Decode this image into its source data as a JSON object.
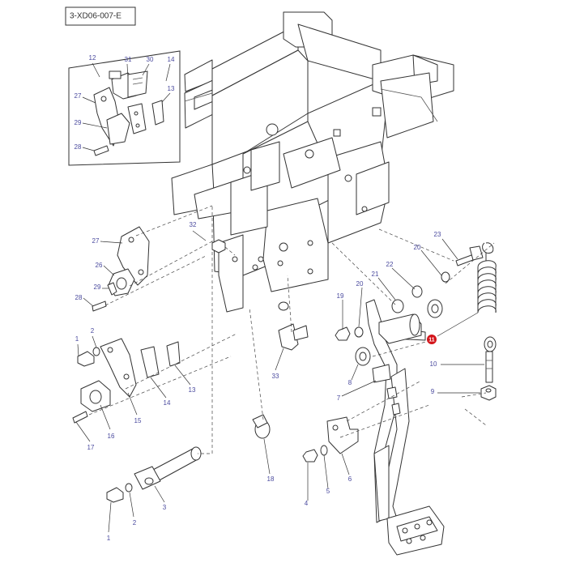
{
  "diagram_code": "3-XD06-007-E",
  "callouts": [
    {
      "id": "c12",
      "label": "12"
    },
    {
      "id": "c31",
      "label": "31"
    },
    {
      "id": "c30",
      "label": "30"
    },
    {
      "id": "c14a",
      "label": "14"
    },
    {
      "id": "c13a",
      "label": "13"
    },
    {
      "id": "c27a",
      "label": "27"
    },
    {
      "id": "c29a",
      "label": "29"
    },
    {
      "id": "c28a",
      "label": "28"
    },
    {
      "id": "c32",
      "label": "32"
    },
    {
      "id": "c27b",
      "label": "27"
    },
    {
      "id": "c26",
      "label": "26"
    },
    {
      "id": "c29b",
      "label": "29"
    },
    {
      "id": "c28b",
      "label": "28"
    },
    {
      "id": "c1a",
      "label": "1"
    },
    {
      "id": "c2a",
      "label": "2"
    },
    {
      "id": "c13b",
      "label": "13"
    },
    {
      "id": "c14b",
      "label": "14"
    },
    {
      "id": "c15",
      "label": "15"
    },
    {
      "id": "c16",
      "label": "16"
    },
    {
      "id": "c17",
      "label": "17"
    },
    {
      "id": "c33",
      "label": "33"
    },
    {
      "id": "c18",
      "label": "18"
    },
    {
      "id": "c3",
      "label": "3"
    },
    {
      "id": "c2b",
      "label": "2"
    },
    {
      "id": "c1b",
      "label": "1"
    },
    {
      "id": "c23",
      "label": "23"
    },
    {
      "id": "c20a",
      "label": "20"
    },
    {
      "id": "c22",
      "label": "22"
    },
    {
      "id": "c21",
      "label": "21"
    },
    {
      "id": "c20b",
      "label": "20"
    },
    {
      "id": "c19",
      "label": "19"
    },
    {
      "id": "c8",
      "label": "8"
    },
    {
      "id": "c7",
      "label": "7"
    },
    {
      "id": "c10",
      "label": "10"
    },
    {
      "id": "c9",
      "label": "9"
    },
    {
      "id": "c6",
      "label": "6"
    },
    {
      "id": "c5",
      "label": "5"
    },
    {
      "id": "c4",
      "label": "4"
    }
  ],
  "highlight_callout": {
    "label": "11",
    "color": "#d3141a"
  }
}
